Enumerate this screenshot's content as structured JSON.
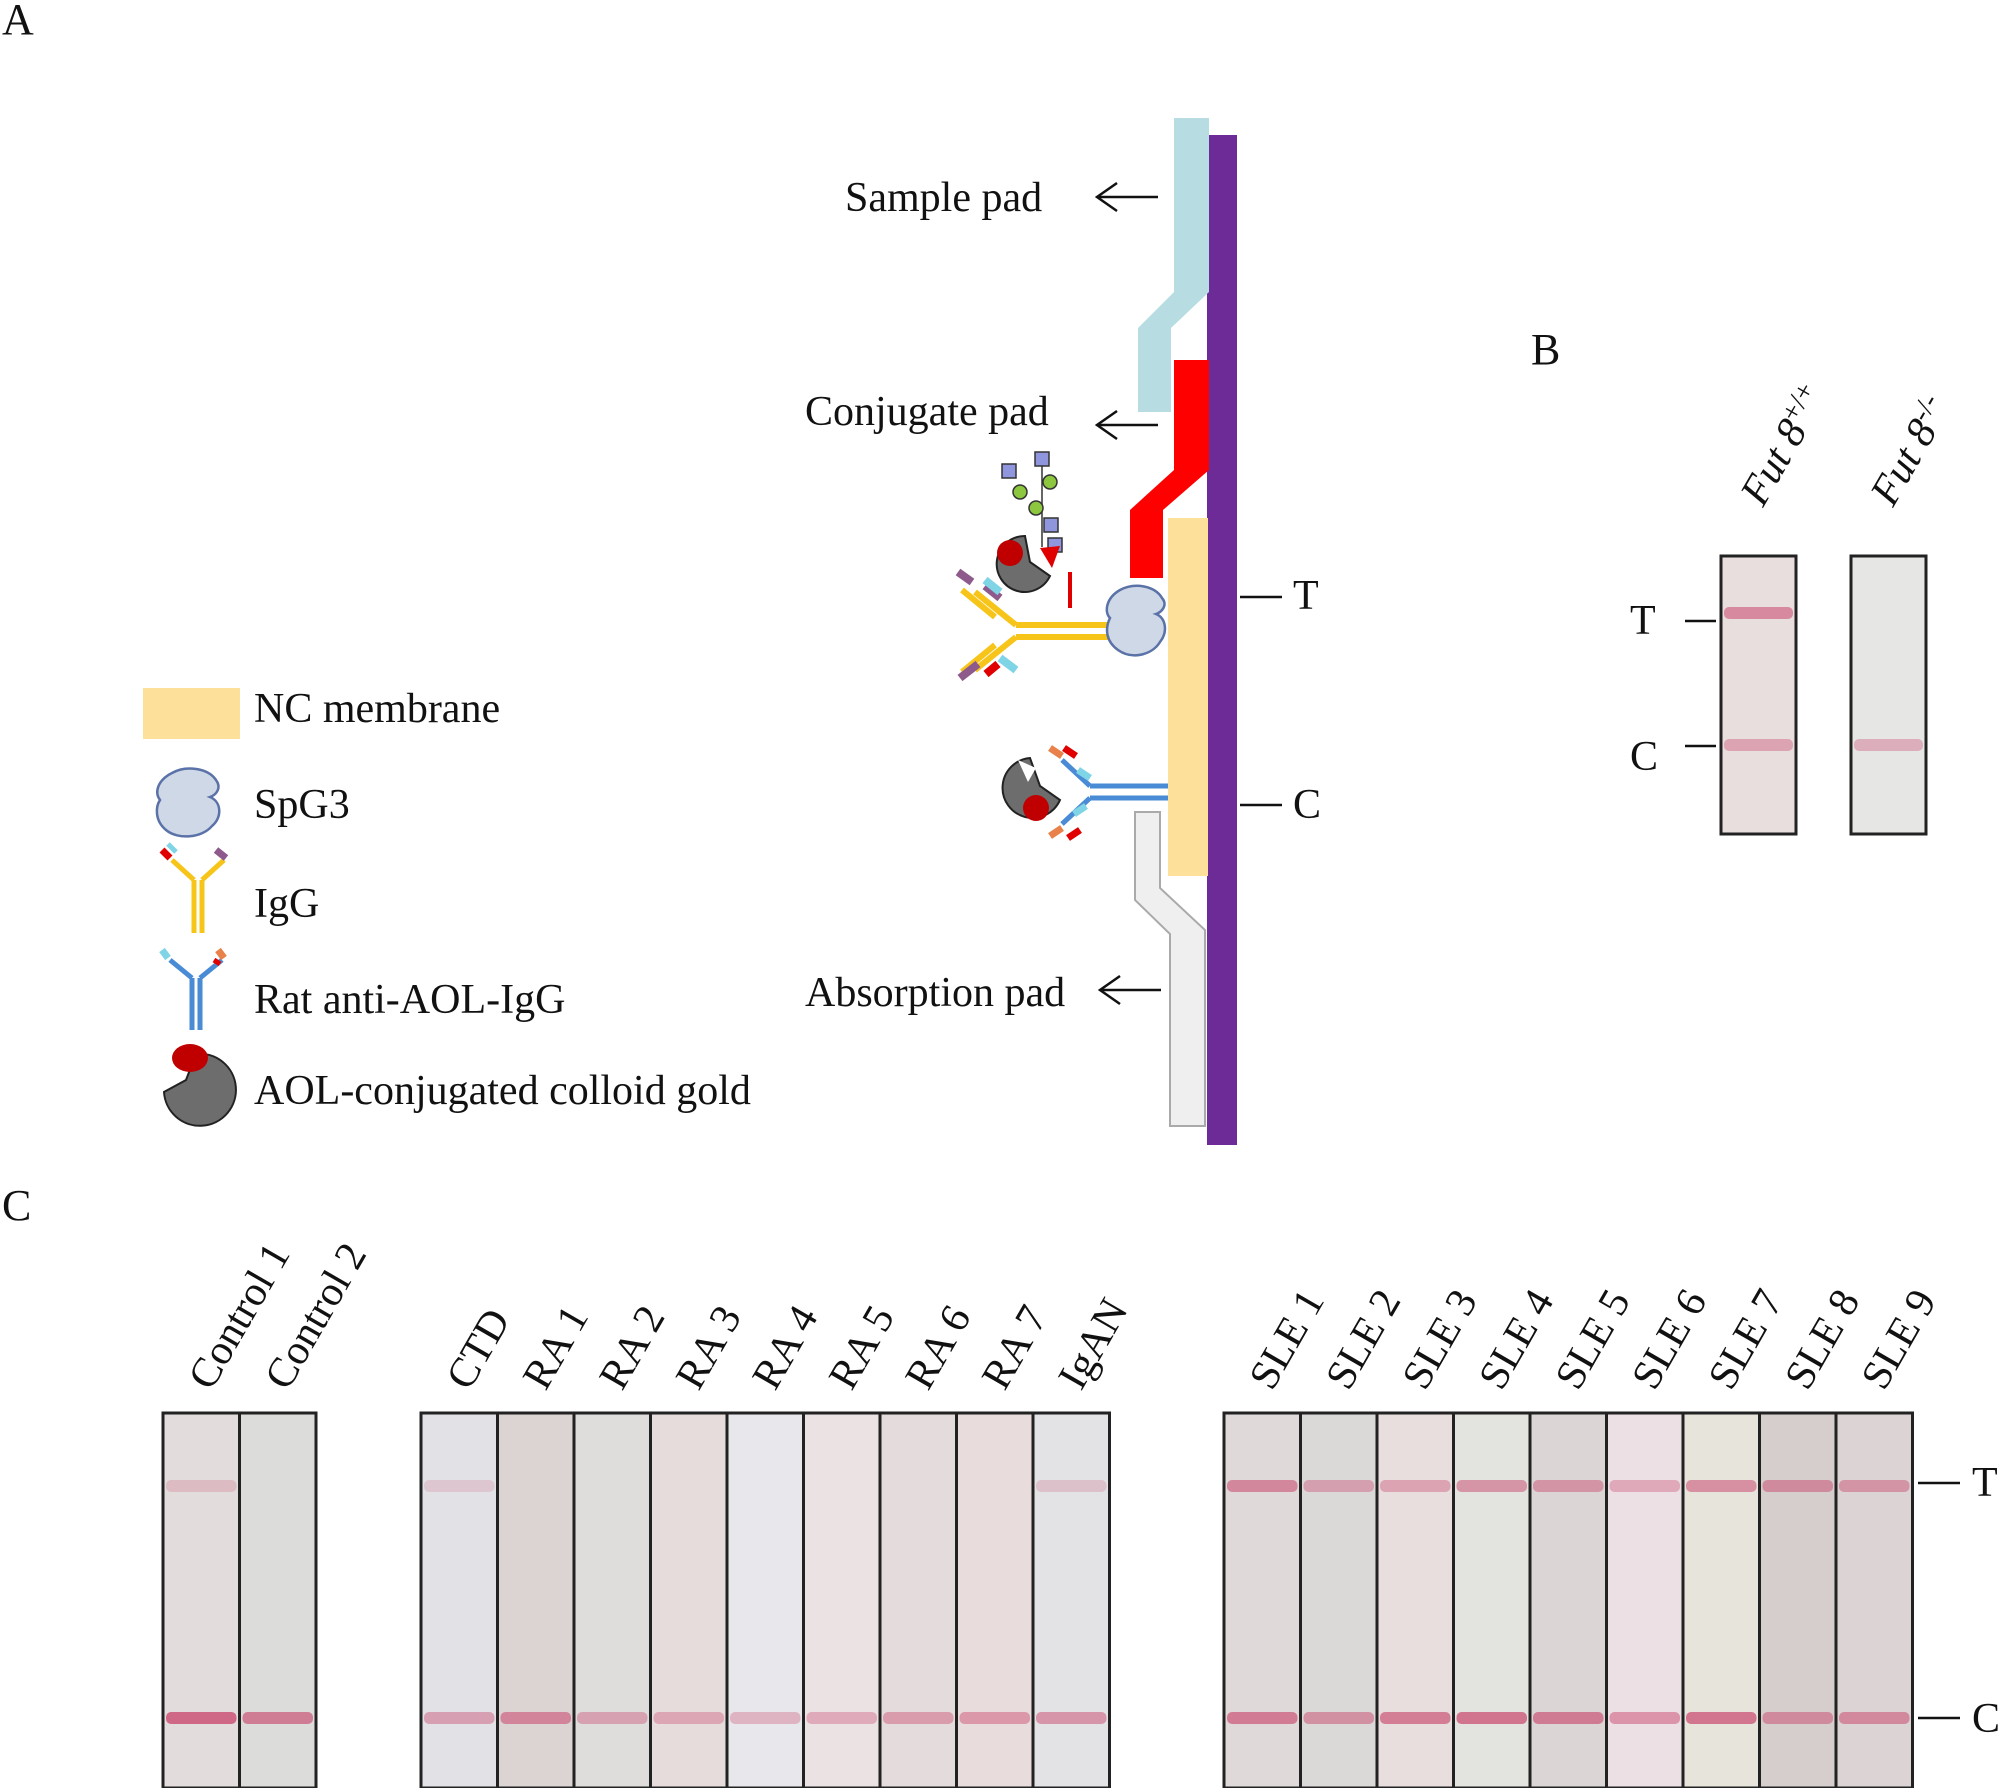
{
  "panels": {
    "a": "A",
    "b": "B",
    "c": "C"
  },
  "schematic": {
    "sample_pad": "Sample  pad",
    "conjugate_pad": "Conjugate pad",
    "absorption_pad": "Absorption pad",
    "test_line": "T",
    "control_line": "C",
    "colors": {
      "backing": "#6c2b97",
      "sample_pad": "#b7dde2",
      "conjugate_pad": "#ff0000",
      "nc_membrane": "#fde09a",
      "absorption_pad": "#efefef",
      "igg": "#f7c51a",
      "anti_aol_igg": "#4a8bd6",
      "gold": "#6d6d6d",
      "aol": "#c00000"
    }
  },
  "legend": [
    {
      "icon": "nc-membrane-swatch",
      "label": "NC membrane"
    },
    {
      "icon": "spg3-icon",
      "label": "SpG3"
    },
    {
      "icon": "igg-icon",
      "label": "IgG"
    },
    {
      "icon": "rat-anti-aol-igg-icon",
      "label": "Rat anti-AOL-IgG"
    },
    {
      "icon": "aol-gold-icon",
      "label": "AOL-conjugated colloid gold"
    }
  ],
  "panel_b": {
    "strips": [
      {
        "label_base": "Fut 8",
        "label_sup": "+/+",
        "color": "#e9dede",
        "t_band": 0.6,
        "c_band": 0.35
      },
      {
        "label_base": "Fut 8",
        "label_sup": "-/-",
        "color": "#e6e6e4",
        "t_band": 0.0,
        "c_band": 0.3
      }
    ],
    "test_line": "T",
    "control_line": "C"
  },
  "panel_c": {
    "groups": [
      {
        "strips": [
          {
            "label": "Control 1",
            "color": "#e2dcdc",
            "t_band": 0.1,
            "c_band": 0.9
          },
          {
            "label": "Control 2",
            "color": "#dcdcdb",
            "t_band": 0.0,
            "c_band": 0.7
          }
        ]
      },
      {
        "strips": [
          {
            "label": "CTD",
            "color": "#e2e2e6",
            "t_band": 0.05,
            "c_band": 0.4
          },
          {
            "label": "RA 1",
            "color": "#dcd3d3",
            "t_band": 0.0,
            "c_band": 0.6
          },
          {
            "label": "RA 2",
            "color": "#dfdcdc",
            "t_band": 0.0,
            "c_band": 0.35
          },
          {
            "label": "RA 3",
            "color": "#e6dcdc",
            "t_band": 0.0,
            "c_band": 0.3
          },
          {
            "label": "RA 4",
            "color": "#e8e8ec",
            "t_band": 0.0,
            "c_band": 0.25
          },
          {
            "label": "RA 5",
            "color": "#ebe2e4",
            "t_band": 0.0,
            "c_band": 0.3
          },
          {
            "label": "RA 6",
            "color": "#e4dcdc",
            "t_band": 0.0,
            "c_band": 0.4
          },
          {
            "label": "RA 7",
            "color": "#e9dcdc",
            "t_band": 0.0,
            "c_band": 0.45
          },
          {
            "label": "IgAN",
            "color": "#e3e3e5",
            "t_band": 0.1,
            "c_band": 0.5
          }
        ]
      },
      {
        "strips": [
          {
            "label": "SLE 1",
            "color": "#dfd9d9",
            "t_band": 0.6,
            "c_band": 0.7
          },
          {
            "label": "SLE 2",
            "color": "#dbd8d8",
            "t_band": 0.35,
            "c_band": 0.5
          },
          {
            "label": "SLE 3",
            "color": "#e8dede",
            "t_band": 0.35,
            "c_band": 0.7
          },
          {
            "label": "SLE 4",
            "color": "#e3e3df",
            "t_band": 0.5,
            "c_band": 0.8
          },
          {
            "label": "SLE 5",
            "color": "#dcd5d5",
            "t_band": 0.45,
            "c_band": 0.7
          },
          {
            "label": "SLE 6",
            "color": "#ece0e4",
            "t_band": 0.3,
            "c_band": 0.5
          },
          {
            "label": "SLE 7",
            "color": "#e7e4dc",
            "t_band": 0.55,
            "c_band": 0.8
          },
          {
            "label": "SLE 8",
            "color": "#d6cdcd",
            "t_band": 0.5,
            "c_band": 0.5
          },
          {
            "label": "SLE 9",
            "color": "#dcd4d4",
            "t_band": 0.45,
            "c_band": 0.55
          }
        ]
      }
    ],
    "test_line": "T",
    "control_line": "C"
  }
}
